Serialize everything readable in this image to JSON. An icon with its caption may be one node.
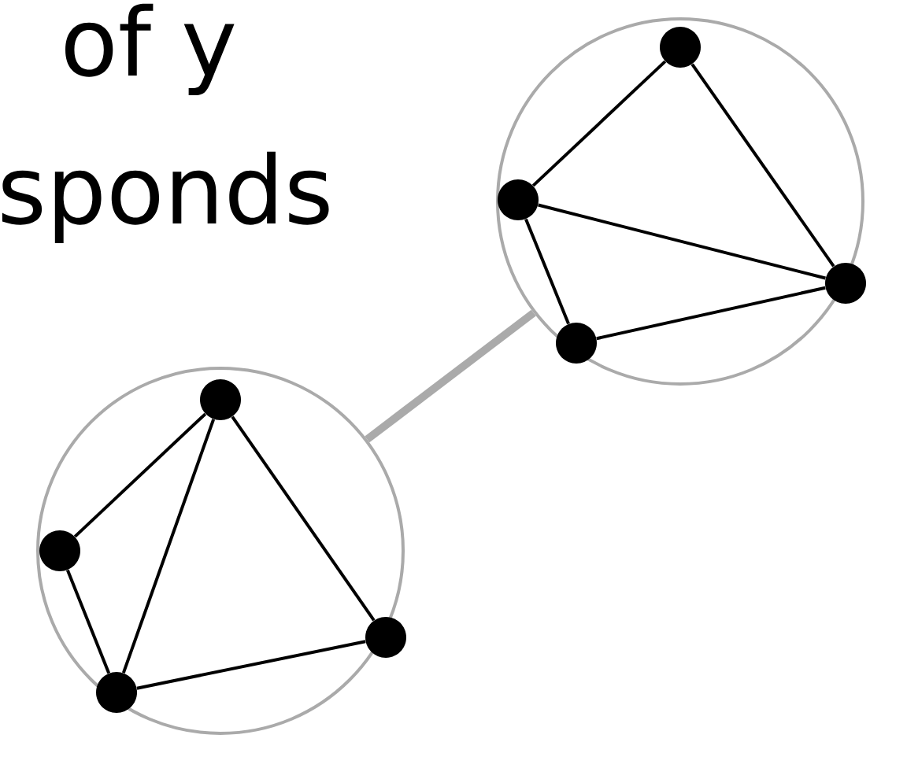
{
  "diagram": {
    "nodes": [
      {
        "text": [],
        "shape": "circle"
      },
      {
        "text": [],
        "shape": "circle",
        "in": 0
      },
      {
        "text": [],
        "shape": "circle",
        "in": 0
      },
      {
        "text": [],
        "shape": "circle",
        "in": 0
      },
      {
        "text": [],
        "shape": "circle",
        "in": 0
      },
      {
        "text": [],
        "shape": "circle"
      },
      {
        "text": [],
        "shape": "circle",
        "in": 5
      },
      {
        "text": [],
        "shape": "circle",
        "in": 5
      },
      {
        "text": [],
        "shape": "circle",
        "in": 5
      },
      {
        "text": [],
        "shape": "circle",
        "in": 5
      }
    ],
    "edges": [
      {
        "from": 5,
        "to": 0,
        "arrow": "none",
        "style": "thick",
        "color": "#aaaaaa"
      },
      {
        "from": 1,
        "to": 2,
        "arrow": "none"
      },
      {
        "from": 1,
        "to": 3,
        "arrow": "none"
      },
      {
        "from": 2,
        "to": 3,
        "arrow": "none"
      },
      {
        "from": 2,
        "to": 4,
        "arrow": "none"
      },
      {
        "from": 4,
        "to": 3,
        "arrow": "none"
      },
      {
        "from": 6,
        "to": 7,
        "arrow": "none"
      },
      {
        "from": 6,
        "to": 9,
        "arrow": "none"
      },
      {
        "from": 6,
        "to": 8,
        "arrow": "none"
      },
      {
        "from": 7,
        "to": 9,
        "arrow": "none"
      },
      {
        "from": 9,
        "to": 8,
        "arrow": "none"
      }
    ],
    "labels": [
      "of y",
      "sponds"
    ]
  }
}
